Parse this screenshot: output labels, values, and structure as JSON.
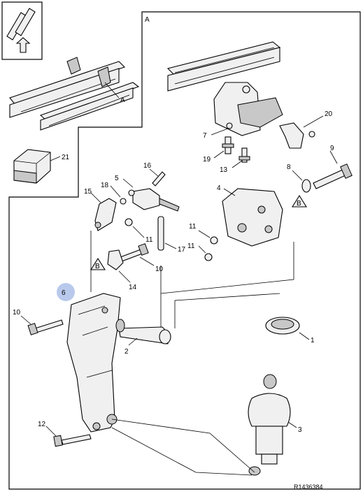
{
  "view_label": "A",
  "figure_ref": "R1436384",
  "callouts": {
    "c1": "1",
    "c2": "2",
    "c3": "3",
    "c4": "4",
    "c5": "5",
    "c6": "6",
    "c7": "7",
    "c8": "8",
    "c9": "9",
    "c10a": "10",
    "c10b": "10",
    "c11a": "11",
    "c11b": "11",
    "c11c": "11",
    "c12": "12",
    "c13": "13",
    "c14": "14",
    "c15": "15",
    "c16": "16",
    "c17": "17",
    "c18": "18",
    "c19": "19",
    "c20": "20",
    "c21": "21",
    "cA": "A"
  },
  "detail_markers": {
    "b1": "B",
    "b2": "B"
  },
  "colors": {
    "highlight": "#b9c9ec",
    "line": "#000000",
    "fill": "#f0f0f0"
  }
}
